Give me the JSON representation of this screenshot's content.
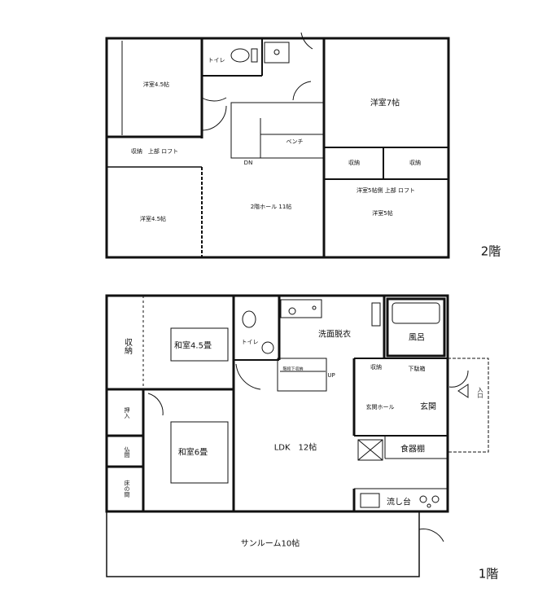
{
  "floor2": {
    "floor_label": "2階",
    "rooms": {
      "western_nw": "洋室4.5帖",
      "toilet": "トイレ",
      "western_ne": "洋室7帖",
      "storage_loft": "収納　上部 ロフト",
      "stairs_dn": "DN",
      "bench": "ベンチ",
      "storage_1": "収納",
      "storage_2": "収納",
      "loft_note": "洋室5帖側 上部 ロフト",
      "western_sw": "洋室4.5帖",
      "hall": "2階ホール 11帖",
      "western_se": "洋室5帖"
    }
  },
  "floor1": {
    "floor_label": "1階",
    "rooms": {
      "storage_w": "収納",
      "washitsu_45": "和室4.5畳",
      "toilet": "トイレ",
      "washroom": "洗面脱衣",
      "bath": "風呂",
      "under_stair": "階段下収納",
      "stairs_up": "UP",
      "storage_e": "収納",
      "shoe_box": "下駄箱",
      "oshiire": "押入",
      "genkan_hall": "玄関ホール",
      "genkan": "玄関",
      "entrance": "入口",
      "butsuma": "仏間",
      "washitsu_6": "和室6畳",
      "ldk": "LDK　12帖",
      "cupboard": "食器棚",
      "tokonoma": "床の間",
      "sink": "流し台",
      "sunroom": "サンルーム10帖"
    }
  }
}
